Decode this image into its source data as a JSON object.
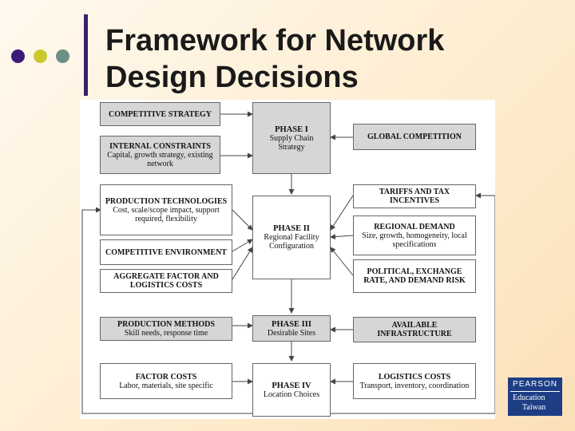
{
  "title": {
    "line1": "Framework for Network",
    "line2": "Design Decisions"
  },
  "bullets": {
    "colors": [
      "#3b1a78",
      "#c9c92e",
      "#6c8f86"
    ]
  },
  "accent_line_color": "#3a1f6b",
  "diagram": {
    "left": [
      {
        "heading": "COMPETITIVE STRATEGY",
        "sub": ""
      },
      {
        "heading": "INTERNAL CONSTRAINTS",
        "sub": "Capital, growth strategy, existing network"
      },
      {
        "heading": "PRODUCTION TECHNOLOGIES",
        "sub": "Cost, scale/scope impact, support required, flexibility"
      },
      {
        "heading": "COMPETITIVE ENVIRONMENT",
        "sub": ""
      },
      {
        "heading": "AGGREGATE FACTOR AND LOGISTICS COSTS",
        "sub": ""
      },
      {
        "heading": "PRODUCTION METHODS",
        "sub": "Skill needs, response time"
      },
      {
        "heading": "FACTOR COSTS",
        "sub": "Labor, materials, site specific"
      }
    ],
    "center": [
      {
        "heading": "PHASE I",
        "sub": "Supply Chain Strategy"
      },
      {
        "heading": "PHASE II",
        "sub": "Regional Facility Configuration"
      },
      {
        "heading": "PHASE III",
        "sub": "Desirable Sites"
      },
      {
        "heading": "PHASE IV",
        "sub": "Location Choices"
      }
    ],
    "right": [
      {
        "heading": "GLOBAL COMPETITION",
        "sub": ""
      },
      {
        "heading": "TARIFFS AND TAX INCENTIVES",
        "sub": ""
      },
      {
        "heading": "REGIONAL DEMAND",
        "sub": "Size, growth, homogeneity, local specifications"
      },
      {
        "heading": "POLITICAL, EXCHANGE RATE, AND DEMAND RISK",
        "sub": ""
      },
      {
        "heading": "AVAILABLE INFRASTRUCTURE",
        "sub": ""
      },
      {
        "heading": "LOGISTICS COSTS",
        "sub": "Transport, inventory, coordination"
      }
    ]
  },
  "logo": {
    "brand": "PEARSON",
    "line1": "Education",
    "line2": "Taiwan"
  }
}
